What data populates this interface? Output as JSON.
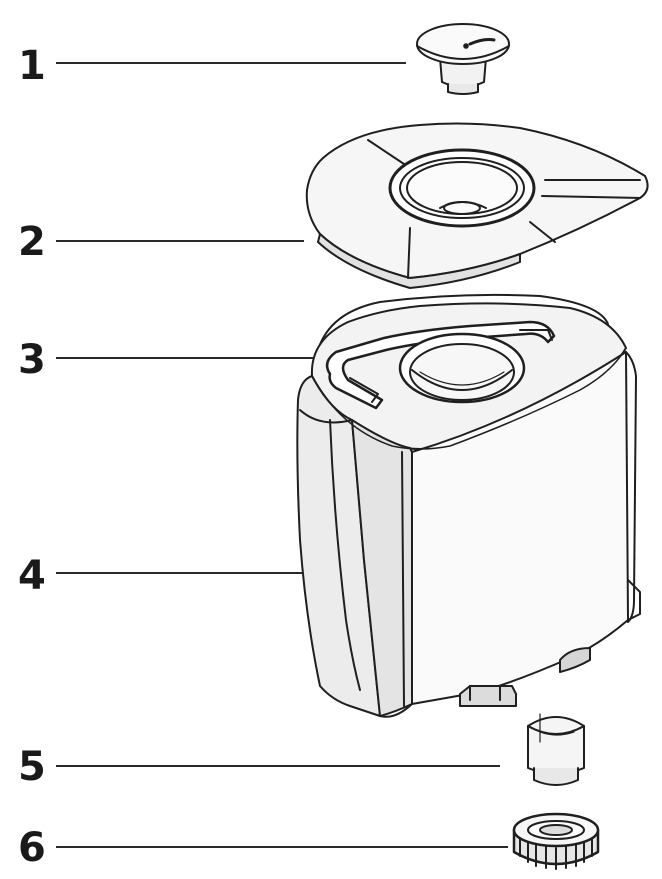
{
  "callouts": [
    {
      "number": "1",
      "part": "cap"
    },
    {
      "number": "2",
      "part": "tank-lid"
    },
    {
      "number": "3",
      "part": "handle"
    },
    {
      "number": "4",
      "part": "water-tank"
    },
    {
      "number": "5",
      "part": "valve"
    },
    {
      "number": "6",
      "part": "valve-ring"
    }
  ],
  "colors": {
    "line": "#2a2a2a",
    "fill_light": "#f4f4f4",
    "fill_mid": "#e6e6e6",
    "fill_dark": "#cfcfcf"
  }
}
